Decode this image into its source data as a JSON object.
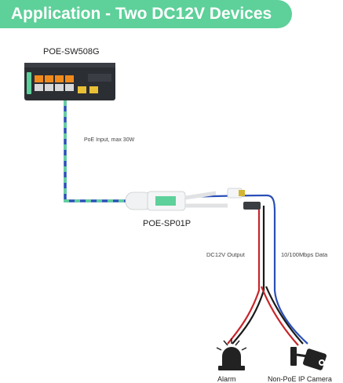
{
  "banner": {
    "title": "Application - Two DC12V Devices"
  },
  "switch": {
    "model": "POE-SW508G"
  },
  "cable": {
    "poe_input_label": "PoE Input, max 30W"
  },
  "splitter": {
    "model": "POE-SP01P"
  },
  "outputs": {
    "dc_label": "DC12V Output",
    "data_label": "10/100Mbps Data"
  },
  "devices": {
    "alarm": {
      "label": "Alarm",
      "icon": "alarm-beacon-icon"
    },
    "camera": {
      "label": "Non-PoE IP Camera",
      "icon": "camera-icon"
    }
  },
  "colors": {
    "banner": "#5ed09a",
    "poe_cable_green": "#5ed09a",
    "poe_cable_blue": "#2a4fb8",
    "dc_red": "#c8252b",
    "data_blue": "#2a4fb8"
  }
}
